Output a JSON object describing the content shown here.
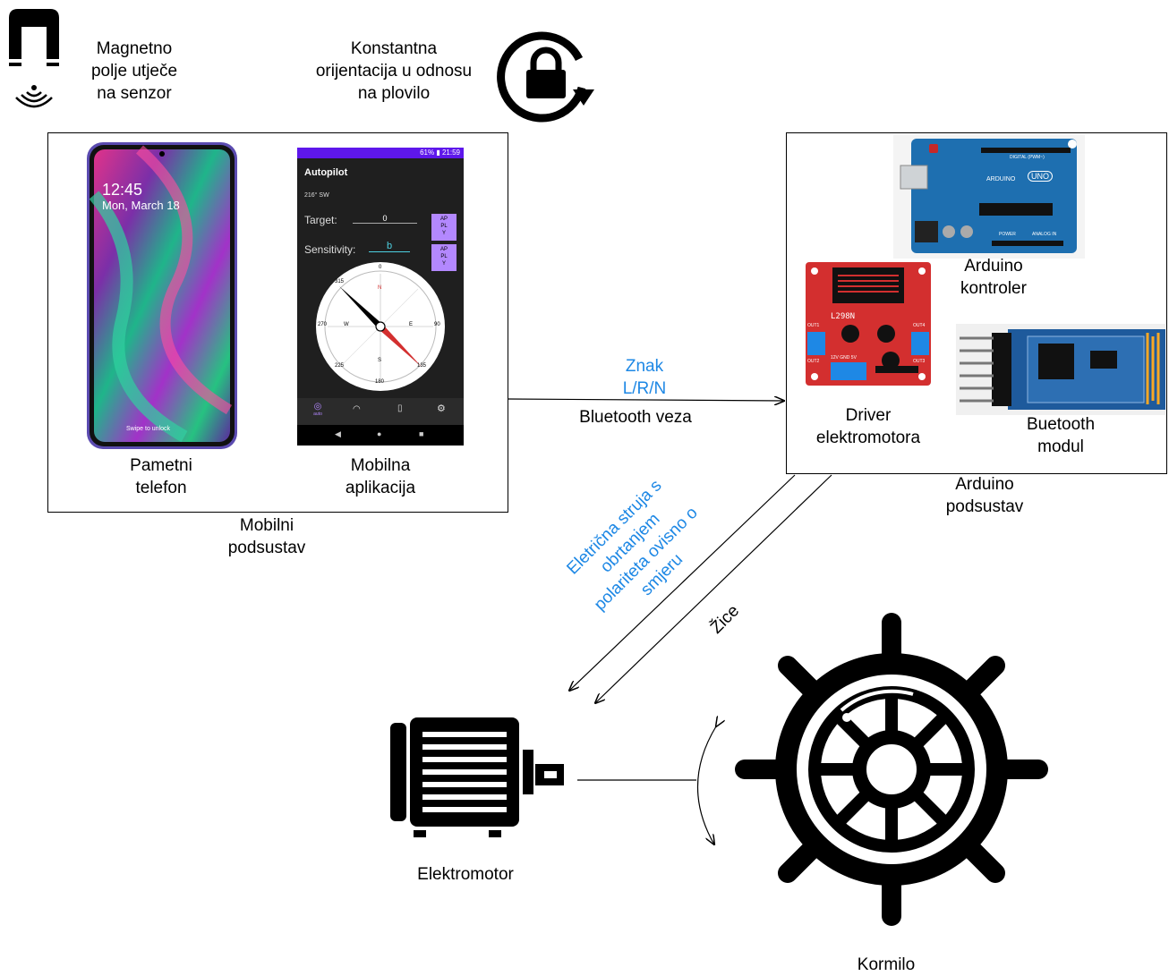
{
  "legend": {
    "magnet_text": [
      "Magnetno",
      "polje utječe",
      "na senzor"
    ],
    "orientation_text": [
      "Konstantna",
      "orijentacija u odnosu",
      "na plovilo"
    ],
    "magnet_icon": "magnet-icon",
    "lock_icon": "rotation-lock-icon"
  },
  "mobile": {
    "subsystem_label": [
      "Mobilni",
      "podsustav"
    ],
    "phone_label": [
      "Pametni",
      "telefon"
    ],
    "app_label": [
      "Mobilna",
      "aplikacija"
    ],
    "phone_screen": {
      "time": "12:45",
      "date": "Mon, March 18",
      "unlock_hint": "Swipe to unlock"
    },
    "app": {
      "status_bar": "61% ▮ 21:59",
      "title": "Autopilot",
      "heading": "216° SW",
      "target_label": "Target:",
      "target_value": "0",
      "sensitivity_label": "Sensitivity:",
      "sensitivity_value": "b",
      "apply_label": [
        "AP",
        "PL",
        "Y"
      ],
      "compass_cardinals": {
        "n": "N",
        "e": "E",
        "s": "S",
        "w": "W"
      },
      "compass_degrees": [
        "0",
        "90",
        "180",
        "270",
        "315",
        "135",
        "225"
      ],
      "nav_auto": "auto"
    }
  },
  "arduino": {
    "subsystem_label": [
      "Arduino",
      "podsustav"
    ],
    "controller_label": [
      "Arduino",
      "kontroler"
    ],
    "driver_label": [
      "Driver",
      "elektromotora"
    ],
    "bluetooth_label": [
      "Buetooth",
      "modul"
    ],
    "board_text": {
      "brand": "ARDUINO",
      "model": "UNO",
      "digital": "DIGITAL (PWM~)",
      "power": "POWER",
      "analog": "ANALOG IN"
    },
    "driver_chip": "L298N",
    "driver_pins": [
      "OUT1",
      "OUT2",
      "OUT3",
      "OUT4",
      "12V GND 5V"
    ]
  },
  "connections": {
    "signal_label": [
      "Znak",
      "L/R/N"
    ],
    "bluetooth_label": "Bluetooth veza",
    "current_label": [
      "Eletrična struja s",
      "obrtanjem",
      "polariteta ovisno o",
      "smjeru"
    ],
    "wires_label": "Žice"
  },
  "motor": {
    "label": "Elektromotor",
    "icon": "electric-motor-icon"
  },
  "rudder": {
    "label": "Kormilo",
    "icon": "ship-wheel-icon"
  },
  "colors": {
    "accent_blue": "#1e88e5",
    "app_purple": "#b388ff",
    "board_blue": "#1e6fb0",
    "driver_red": "#d32f2f"
  }
}
